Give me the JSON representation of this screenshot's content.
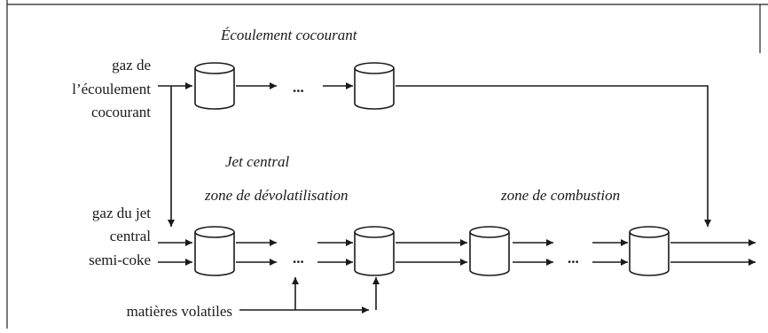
{
  "diagram": {
    "titles": {
      "coflow": "Écoulement cocourant",
      "central_jet": "Jet central",
      "devolatilization_zone": "zone de dévolatilisation",
      "combustion_zone": "zone de combustion"
    },
    "inputs": {
      "coflow_gas": [
        "gaz de",
        "l’écoulement",
        "cocourant"
      ],
      "central_jet_gas": [
        "gaz du jet",
        "central"
      ],
      "semi_coke": "semi-coke",
      "volatiles": "matières volatiles"
    },
    "ellipsis": "..."
  }
}
